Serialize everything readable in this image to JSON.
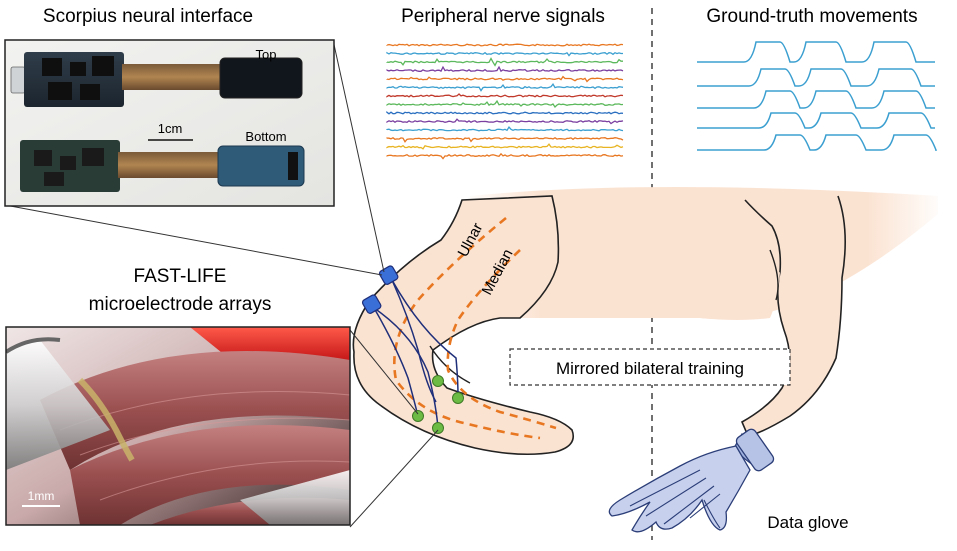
{
  "titles": {
    "scorpius": "Scorpius neural interface",
    "nerve_signals": "Peripheral nerve signals",
    "ground_truth": "Ground-truth movements",
    "fast_life_line1": "FAST-LIFE",
    "fast_life_line2": "microelectrode arrays"
  },
  "device_photo": {
    "top_label": "Top",
    "bottom_label": "Bottom",
    "scale_label": "1cm"
  },
  "micro_inset": {
    "scale_label": "1mm"
  },
  "arm": {
    "ulnar_label": "Ulnar",
    "median_label": "Median"
  },
  "center_box": {
    "label": "Mirrored bilateral training"
  },
  "glove": {
    "label": "Data glove"
  },
  "colors": {
    "arm_skin": "#fbe3d2",
    "nerve_dash": "#e87722",
    "electrode_node": "#6cbb45",
    "connector": "#3a6fd8",
    "glove": "#9fb1de",
    "movement_trace": "#3b9fd0",
    "divider": "#333333",
    "muscle": "#a86060",
    "artery": "#c81b1b"
  },
  "signal_trace_colors": [
    "#e87722",
    "#3b9fd0",
    "#5cb85c",
    "#7b3fa0",
    "#e87722",
    "#3b9fd0",
    "#c0392b",
    "#5cb85c",
    "#2a6fc0",
    "#7b3fa0",
    "#3b9fd0",
    "#e87722",
    "#e8b422",
    "#e87722"
  ]
}
